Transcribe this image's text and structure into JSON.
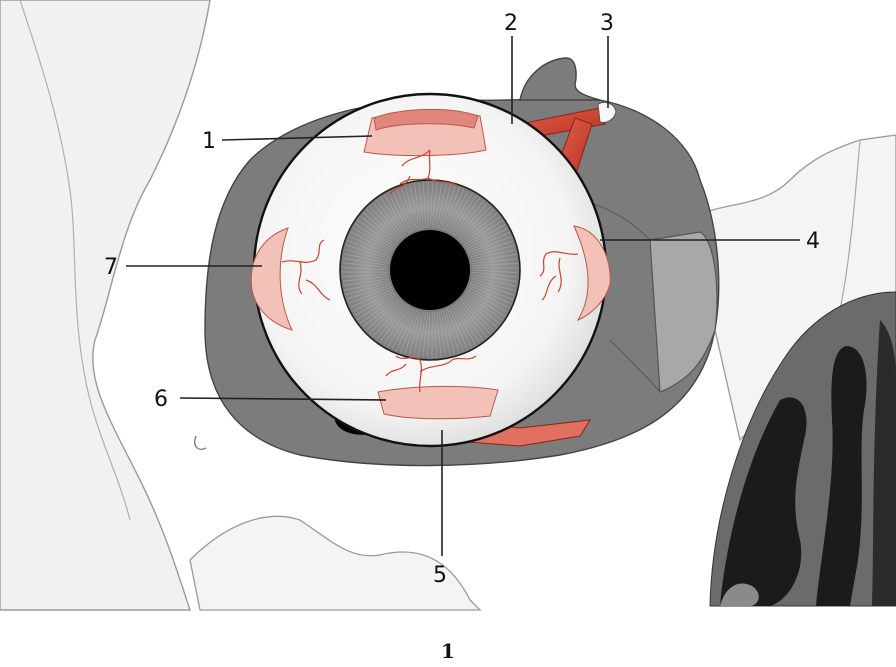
{
  "labels": [
    {
      "id": "1",
      "text": "1"
    },
    {
      "id": "2",
      "text": "2"
    },
    {
      "id": "3",
      "text": "3"
    },
    {
      "id": "4",
      "text": "4"
    },
    {
      "id": "5",
      "text": "5"
    },
    {
      "id": "6",
      "text": "6"
    },
    {
      "id": "7",
      "text": "7"
    }
  ],
  "figure_number": "1",
  "colors": {
    "bone": "#f2f2f2",
    "bone_outline": "#9a9a9a",
    "orbit": "#7a7a7a",
    "sclera": "#f6f6f6",
    "iris": "#8c8c8c",
    "pupil": "#000000",
    "muscle": "#d9402e",
    "tendon": "#f3c4bd",
    "vessel": "#c8432e",
    "sinus_dark": "#1e1e1e",
    "sinus_mid": "#6a6a6a"
  }
}
